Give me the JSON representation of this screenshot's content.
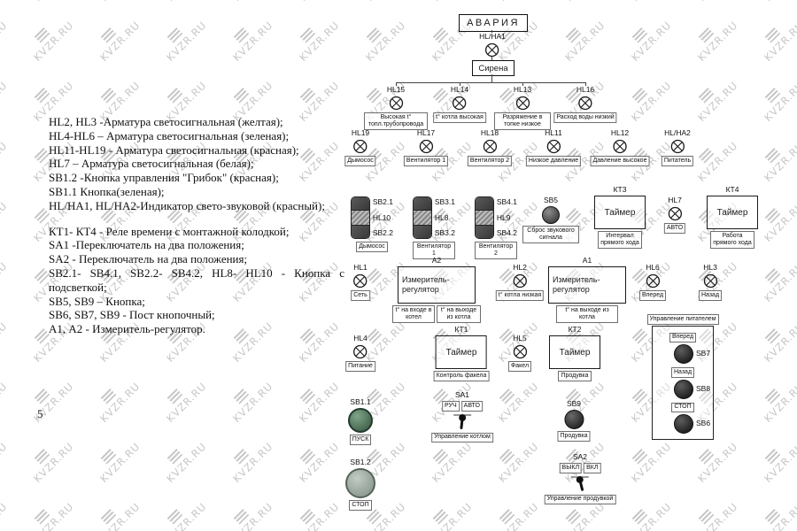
{
  "watermark": {
    "text": "KVZR.RU",
    "color": "#c7c7c7"
  },
  "page_mark": "5",
  "colors": {
    "ink": "#1a1a1a",
    "start_button": "#4e7a5c",
    "stop_button": "#93a096",
    "signal_button": "#2b2b2b"
  },
  "legend": {
    "items": [
      "HL2, HL3 -Арматура светосигнальная (желтая);",
      "HL4-HL6 – Арматура светосигнальная (зеленая);",
      "HL11-HL19 - Арматура светосигнальная (красная);",
      "HL7 – Арматура светосигнальная (белая);",
      "SB1.2 -Кнопка управления \"Грибок\" (красная);",
      "SB1.1 Кнопка(зеленая);",
      "HL/HA1, HL/HA2-Индикатор свето-звуковой (красный);",
      "КТ1- КТ4 - Реле времени с монтажной колодкой;",
      "SA1 -Переключатель на два положения;",
      "SA2 - Переключатель на два положения;",
      "SB2.1- SB4.1, SB2.2- SB4.2, HL8- HL10 - Кнопка с подсветкой;",
      "SB5, SB9 – Кнопка;",
      "SB6, SB7, SB9 - Пост кнопочный;",
      "А1, А2 - Измеритель-регулятор."
    ]
  },
  "diagram": {
    "alarm": {
      "title": "АВАРИЯ",
      "indicator_ref": "HL/HA1",
      "siren": "Сирена"
    },
    "alarm_lamps": [
      {
        "ref": "HL15",
        "tag": "Высокая t° топл.трубопровода"
      },
      {
        "ref": "HL14",
        "tag": "t° котла высокая"
      },
      {
        "ref": "HL13",
        "tag": "Разряжение в топке низкое"
      },
      {
        "ref": "HL16",
        "tag": "Расход воды низкий"
      }
    ],
    "status_lamps": [
      {
        "ref": "HL19",
        "tag": "Дымосос"
      },
      {
        "ref": "HL17",
        "tag": "Вентилятор 1"
      },
      {
        "ref": "HL18",
        "tag": "Вентилятор 2"
      },
      {
        "ref": "HL11",
        "tag": "Низкое давление"
      },
      {
        "ref": "HL12",
        "tag": "Давление высокое"
      },
      {
        "ref": "HL/HA2",
        "tag": "Питатель"
      }
    ],
    "stacks": [
      {
        "top": "SB2.1",
        "mid": "HL10",
        "bottom": "SB2.2",
        "tag": "Дымосос"
      },
      {
        "top": "SB3.1",
        "mid": "HL8",
        "bottom": "SB3.2",
        "tag": "Вентилятор 1"
      },
      {
        "top": "SB4.1",
        "mid": "HL9",
        "bottom": "SB4.2",
        "tag": "Вентилятор 2"
      }
    ],
    "sb5": {
      "ref": "SB5",
      "tag": "Сброс звукового сигнала"
    },
    "kt3": {
      "ref": "КТ3",
      "label": "Таймер",
      "tag": "Интервал прямого хода"
    },
    "hl7": {
      "ref": "HL7",
      "tag": "АВТО"
    },
    "kt4": {
      "ref": "КТ4",
      "label": "Таймер",
      "tag": "Работа прямого хода"
    },
    "hl1": {
      "ref": "HL1",
      "tag": "Сеть"
    },
    "a2": {
      "ref": "A2",
      "label": "Измеритель-регулятор",
      "tag_in": "t° на входе в котел",
      "tag_out": "t° на выходе из котла"
    },
    "hl2": {
      "ref": "HL2",
      "tag": "t° котла низкая"
    },
    "a1": {
      "ref": "A1",
      "label": "Измеритель-регулятор",
      "tag": "t° на выходе из котла"
    },
    "hl6": {
      "ref": "HL6",
      "tag": "Вперед"
    },
    "hl3": {
      "ref": "HL3",
      "tag": "Назад"
    },
    "feeder": {
      "title": "Управление питателем",
      "items": [
        {
          "label": "Вперед",
          "ref": "SB7"
        },
        {
          "label": "Назад",
          "ref": "SB8"
        },
        {
          "label": "СТОП",
          "ref": "SB6"
        }
      ]
    },
    "hl4": {
      "ref": "HL4",
      "tag": "Питание"
    },
    "kt1": {
      "ref": "КТ1",
      "label": "Таймер",
      "tag": "Контроль факела"
    },
    "hl5": {
      "ref": "HL5",
      "tag": "Факел"
    },
    "kt2": {
      "ref": "КТ2",
      "label": "Таймер",
      "tag": "Продувка"
    },
    "sb1_1": {
      "ref": "SB1.1",
      "tag": "ПУСК"
    },
    "sa1": {
      "ref": "SA1",
      "pos_left": "РУЧ",
      "pos_right": "АВТО",
      "tag": "Управление котлом"
    },
    "sb9": {
      "ref": "SB9",
      "tag": "Продувка"
    },
    "sb1_2": {
      "ref": "SB1.2",
      "tag": "СТОП"
    },
    "sa2": {
      "ref": "SA2",
      "pos_left": "ВЫКЛ",
      "pos_right": "ВКЛ",
      "tag": "Управление продувкой"
    }
  }
}
